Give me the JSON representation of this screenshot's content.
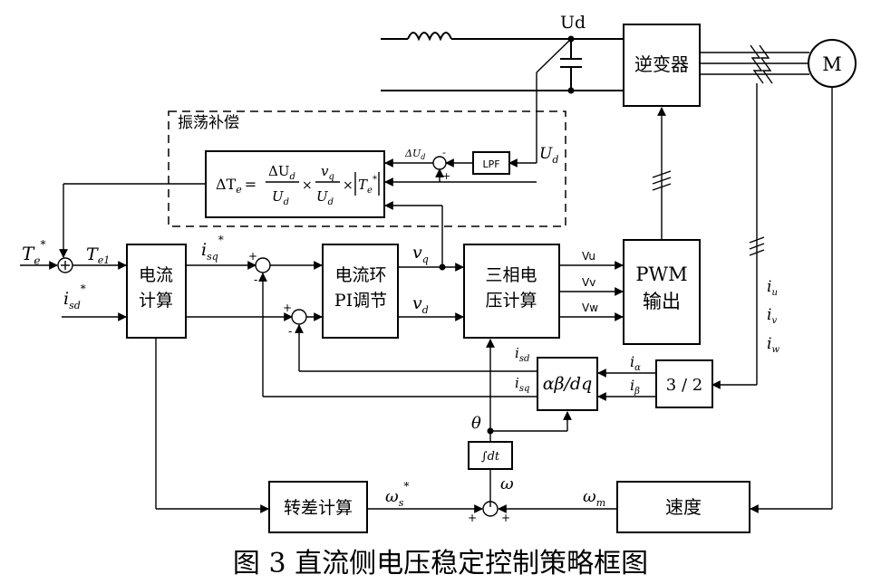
{
  "caption": "图 3  直流侧电压稳定控制策略框图",
  "dashed_group": {
    "title": "振荡补偿"
  },
  "blocks": {
    "current_calc": [
      "电流",
      "计算"
    ],
    "pi": [
      "电流环",
      "PI调节"
    ],
    "three_phase": [
      "三相电",
      "压计算"
    ],
    "pwm": [
      "PWM",
      "输出"
    ],
    "inverter": "逆变器",
    "motor": "M",
    "transform_ab_dq": "αβ/dq",
    "transform_32": "3 / 2",
    "slip_calc": "转差计算",
    "speed": "速度",
    "lpf": "LPF",
    "integrator": "∫dt",
    "formula": {
      "lhs": "ΔT",
      "lhs_sub": "e",
      "eq": "=",
      "n1": "ΔU",
      "n1_sub": "d",
      "d1": "U",
      "d1_sub": "d",
      "n2": "v",
      "n2_sub": "q",
      "d2": "U",
      "d2_sub": "d",
      "times": "×",
      "abs": "T",
      "abs_sub": "e",
      "abs_sup": "*"
    }
  },
  "signals": {
    "Ud_top": "Ud",
    "Ud_lpf": {
      "base": "U",
      "sub": "d"
    },
    "dUd": {
      "base": "ΔU",
      "sub": "d"
    },
    "Te_ref": {
      "base": "T",
      "sub": "e",
      "sup": "*"
    },
    "Te1": {
      "base": "T",
      "sub": "e1"
    },
    "isd_ref": {
      "base": "i",
      "sub": "sd",
      "sup": "*"
    },
    "isq_ref": {
      "base": "i",
      "sub": "sq",
      "sup": "*"
    },
    "vq": {
      "base": "v",
      "sub": "q"
    },
    "vd": {
      "base": "v",
      "sub": "d"
    },
    "Vu": "Vu",
    "Vv": "Vv",
    "Vw": "Vw",
    "isd_fb": {
      "base": "i",
      "sub": "sd"
    },
    "isq_fb": {
      "base": "i",
      "sub": "sq"
    },
    "ialpha": {
      "base": "i",
      "sub": "α"
    },
    "ibeta": {
      "base": "i",
      "sub": "β"
    },
    "iu": {
      "base": "i",
      "sub": "u"
    },
    "iv": {
      "base": "i",
      "sub": "v"
    },
    "iw": {
      "base": "i",
      "sub": "w"
    },
    "theta": "θ",
    "omega": "ω",
    "omega_s": {
      "base": "ω",
      "sub": "s",
      "sup": "*"
    },
    "omega_m": {
      "base": "ω",
      "sub": "m"
    }
  },
  "signs": {
    "plus": "+",
    "minus": "-"
  }
}
